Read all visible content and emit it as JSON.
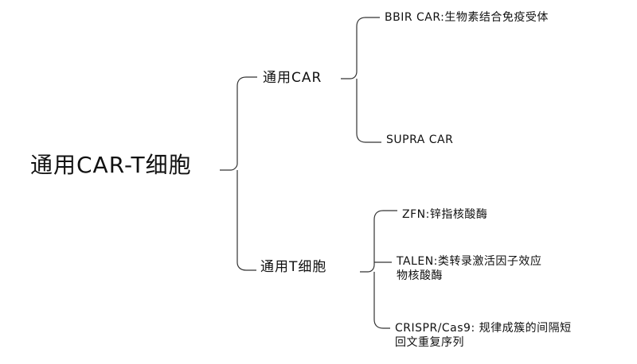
{
  "root": {
    "label": "通用CAR-T细胞"
  },
  "branches": [
    {
      "label": "通用CAR",
      "children": [
        {
          "label": "BBIR CAR:生物素结合免疫受体"
        },
        {
          "label": "SUPRA CAR"
        }
      ]
    },
    {
      "label": "通用T细胞",
      "children": [
        {
          "label": "ZFN:锌指核酸酶"
        },
        {
          "label": "TALEN:类转录激活因子效应",
          "label2": "物核酸酶"
        },
        {
          "label": "CRISPR/Cas9: 规律成簇的间隔短",
          "label2": "回文重复序列"
        }
      ]
    }
  ]
}
